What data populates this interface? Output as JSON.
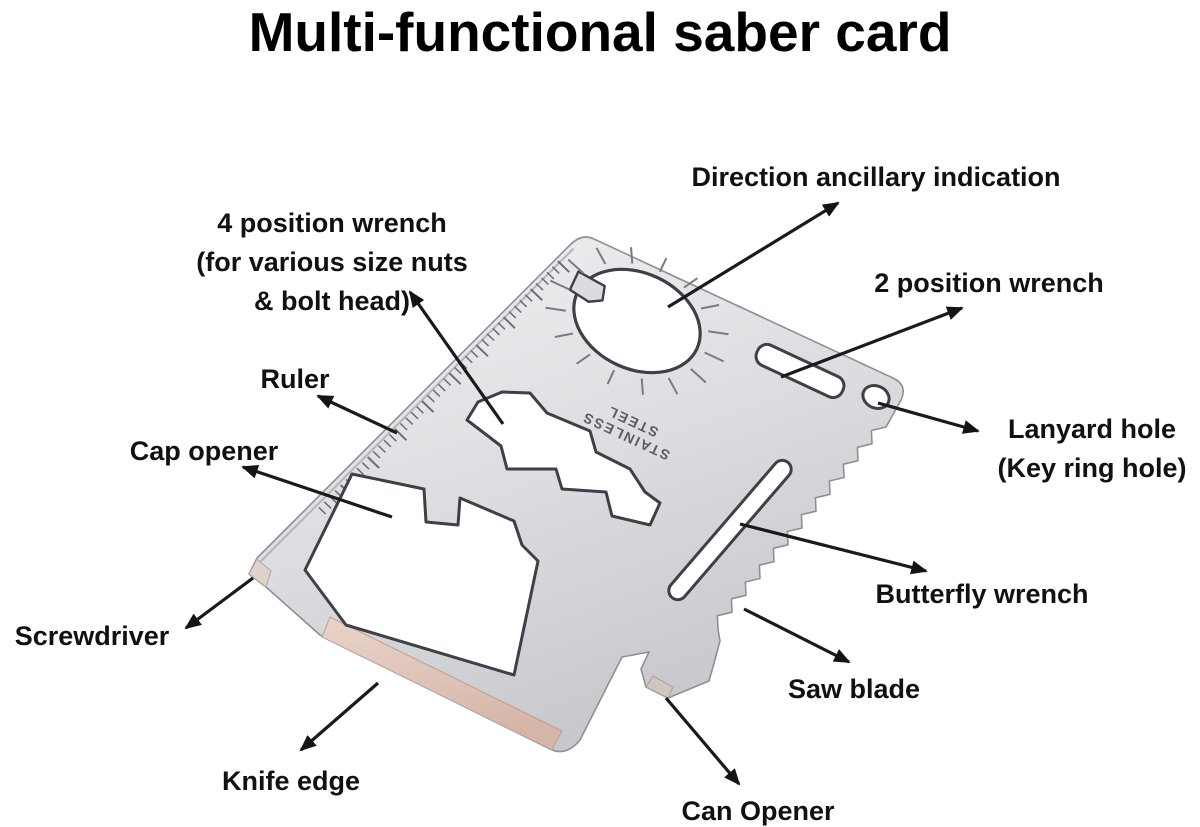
{
  "title": "Multi-functional saber card",
  "card": {
    "engraving_line1": "STAINLESS",
    "engraving_line2": "STEEL"
  },
  "callouts": {
    "direction": {
      "text": "Direction ancillary indication"
    },
    "wrench4": {
      "line1": "4 position wrench",
      "line2": "(for various size nuts",
      "line3": "& bolt head)"
    },
    "wrench2": {
      "text": "2 position wrench"
    },
    "ruler": {
      "text": "Ruler"
    },
    "cap_opener": {
      "text": "Cap opener"
    },
    "lanyard": {
      "line1": "Lanyard hole",
      "line2": "(Key ring hole)"
    },
    "butterfly": {
      "text": "Butterfly wrench"
    },
    "screwdriver": {
      "text": "Screwdriver"
    },
    "saw_blade": {
      "text": "Saw blade"
    },
    "knife_edge": {
      "text": "Knife edge"
    },
    "can_opener": {
      "text": "Can Opener"
    }
  },
  "colors": {
    "background": "#ffffff",
    "label_text": "#111111",
    "arrow": "#1a1a1a",
    "steel_light": "#f1f2f4",
    "steel_dark": "#c6c8cc",
    "cutout_rim": "#3f4046",
    "knife_bevel": "#dfc3b6",
    "engraving": "#5c5d64"
  }
}
